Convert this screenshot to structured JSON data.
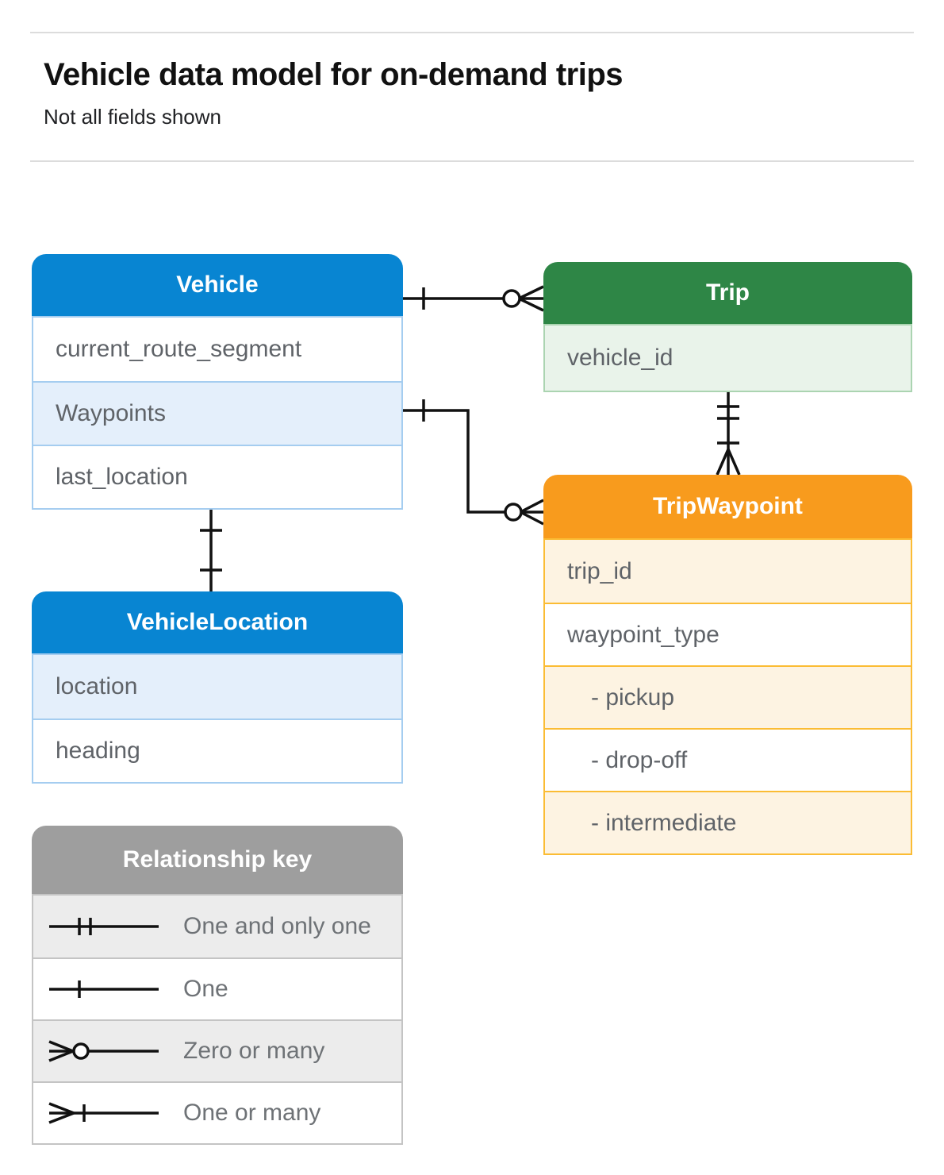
{
  "page": {
    "title": "Vehicle data model for on-demand trips",
    "subtitle": "Not all fields shown"
  },
  "entities": {
    "vehicle": {
      "title": "Vehicle",
      "fields": [
        "current_route_segment",
        "Waypoints",
        "last_location"
      ]
    },
    "trip": {
      "title": "Trip",
      "fields": [
        "vehicle_id"
      ]
    },
    "trip_waypoint": {
      "title": "TripWaypoint",
      "fields": [
        "trip_id",
        "waypoint_type",
        "- pickup",
        "- drop-off",
        "- intermediate"
      ]
    },
    "vehicle_location": {
      "title": "VehicleLocation",
      "fields": [
        "location",
        "heading"
      ]
    }
  },
  "legend": {
    "title": "Relationship key",
    "items": [
      {
        "symbol": "one-and-only-one",
        "label": "One and only one"
      },
      {
        "symbol": "one",
        "label": "One"
      },
      {
        "symbol": "zero-or-many",
        "label": "Zero or many"
      },
      {
        "symbol": "one-or-many",
        "label": "One or many"
      }
    ]
  },
  "relationships": [
    {
      "from": "Vehicle",
      "to": "Trip",
      "from_end": "one",
      "to_end": "zero-or-many"
    },
    {
      "from": "Vehicle.Waypoints",
      "to": "TripWaypoint",
      "from_end": "one",
      "to_end": "zero-or-many"
    },
    {
      "from": "Trip",
      "to": "TripWaypoint",
      "from_end": "one-and-only-one",
      "to_end": "one-or-many"
    },
    {
      "from": "Vehicle",
      "to": "VehicleLocation",
      "from_end": "one",
      "to_end": "one"
    }
  ],
  "colors": {
    "blue": "#0885d2",
    "blue-tint": "#e4effb",
    "blue-border": "#a5cdf0",
    "green": "#2e8646",
    "green-tint": "#e9f3ea",
    "green-border": "#abd4b1",
    "orange": "#f89b1d",
    "orange-tint": "#fdf3e2",
    "orange-border": "#fbbc34",
    "gray": "#9e9e9e",
    "gray-tint": "#ececec",
    "gray-border": "#c4c4c4",
    "field-text": "#5f6368",
    "line": "#111111"
  }
}
